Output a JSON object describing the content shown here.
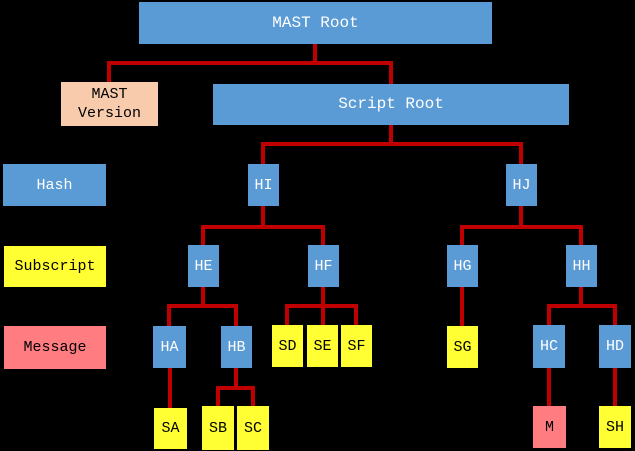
{
  "palette": {
    "hash_blue": "#5B9BD5",
    "subscript_yellow": "#FFFF33",
    "message_red": "#FF7C80",
    "version_peach": "#F8CBAD",
    "connector_red": "#C00000",
    "background": "#000000"
  },
  "legend": {
    "hash": "Hash",
    "subscript": "Subscript",
    "message": "Message"
  },
  "nodes": {
    "mast_root": "MAST Root",
    "mast_version": "MAST Version",
    "script_root": "Script Root",
    "hi": "HI",
    "hj": "HJ",
    "he": "HE",
    "hf": "HF",
    "hg": "HG",
    "hh": "HH",
    "ha": "HA",
    "hb": "HB",
    "sd": "SD",
    "se": "SE",
    "sf": "SF",
    "sg": "SG",
    "hc": "HC",
    "hd": "HD",
    "sa": "SA",
    "sb": "SB",
    "sc": "SC",
    "m": "M",
    "sh": "SH"
  }
}
